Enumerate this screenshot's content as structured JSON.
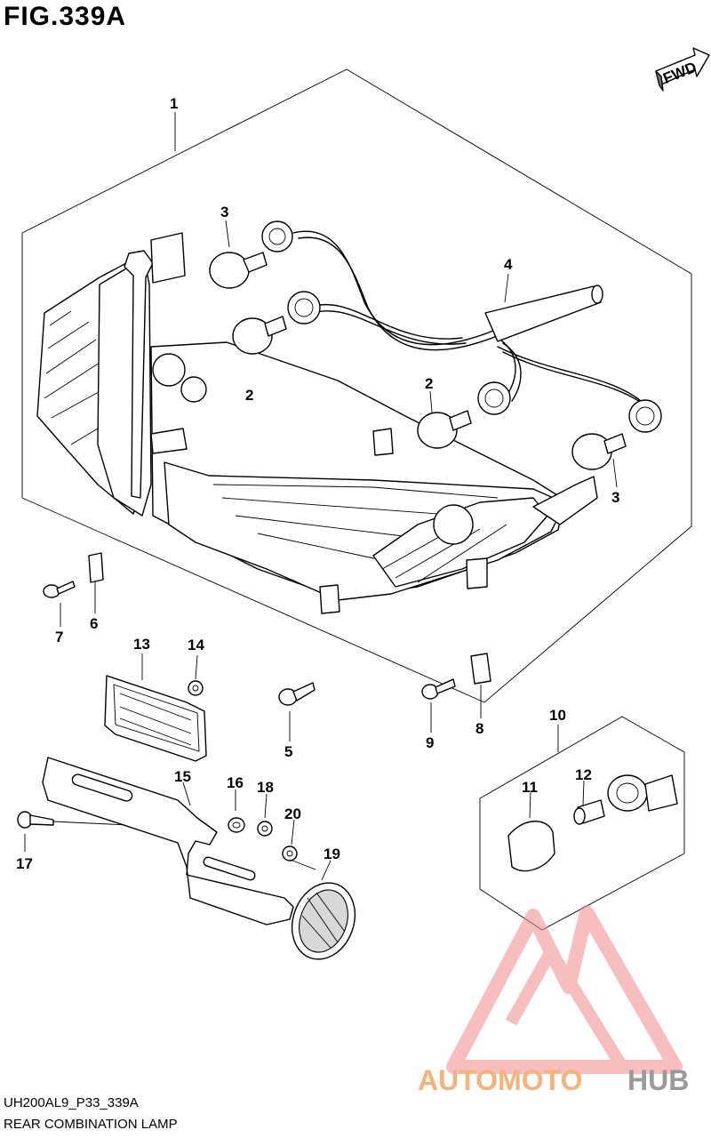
{
  "figure": {
    "title": "FIG.339A",
    "fwd_label": "FWD",
    "code": "UH200AL9_P33_339A",
    "caption": "REAR COMBINATION LAMP"
  },
  "callouts": {
    "c1": "1",
    "c2a": "2",
    "c2b": "2",
    "c3a": "3",
    "c3b": "3",
    "c4": "4",
    "c5": "5",
    "c6": "6",
    "c7": "7",
    "c8": "8",
    "c9": "9",
    "c10": "10",
    "c11": "11",
    "c12": "12",
    "c13": "13",
    "c14": "14",
    "c15": "15",
    "c16": "16",
    "c17": "17",
    "c18": "18",
    "c19": "19",
    "c20": "20"
  },
  "watermark": {
    "text_a": "AUTOMOTO",
    "text_b": "HUB",
    "color_a": "#f5b27a",
    "color_b": "#9a9a9a",
    "logo_color": "#f08a8a"
  }
}
